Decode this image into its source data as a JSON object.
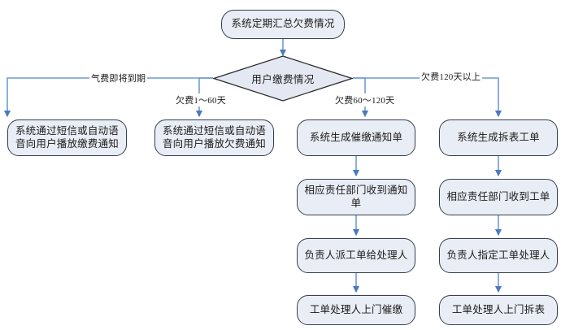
{
  "diagram": {
    "title_node": {
      "label": "系统定期汇总欠费情况"
    },
    "decision": {
      "label": "用户缴费情况"
    },
    "edge_labels": [
      {
        "name": "branch-label-gas-due",
        "text": "气费即将到期"
      },
      {
        "name": "branch-label-arrears-1-60",
        "text": "欠费1～60天"
      },
      {
        "name": "branch-label-arrears-60-120",
        "text": "欠费60～120天"
      },
      {
        "name": "branch-label-arrears-120-plus",
        "text": "欠费120天以上"
      }
    ],
    "columns": [
      {
        "name": "column-gas-due",
        "nodes": [
          {
            "name": "node-sms-voice-payment-notice",
            "text": "系统通过短信或自动语音向用户播放缴费通知"
          }
        ]
      },
      {
        "name": "column-arrears-1-60",
        "nodes": [
          {
            "name": "node-sms-voice-arrears-notice",
            "text": "系统通过短信或自动语音向用户播放欠费通知"
          }
        ]
      },
      {
        "name": "column-arrears-60-120",
        "nodes": [
          {
            "name": "node-generate-reminder-notice",
            "text": "系统生成催缴通知单"
          },
          {
            "name": "node-department-receives-notice",
            "text": "相应责任部门收到通知单"
          },
          {
            "name": "node-manager-assigns-order",
            "text": "负责人派工单给处理人"
          },
          {
            "name": "node-handler-visits-to-collect",
            "text": "工单处理人上门催缴"
          }
        ]
      },
      {
        "name": "column-arrears-120-plus",
        "nodes": [
          {
            "name": "node-generate-meter-removal-order",
            "text": "系统生成拆表工单"
          },
          {
            "name": "node-department-receives-order",
            "text": "相应责任部门收到工单"
          },
          {
            "name": "node-manager-designates-handler",
            "text": "负责人指定工单处理人"
          },
          {
            "name": "node-handler-visits-to-remove-meter",
            "text": "工单处理人上门拆表"
          }
        ]
      }
    ],
    "colors": {
      "node_fill": "#e9edf5",
      "node_border": "#34404f",
      "connector": "#5b8ac8",
      "decision_border": "#2b2b2b",
      "text": "#1b1b1b",
      "background": "#ffffff"
    }
  }
}
